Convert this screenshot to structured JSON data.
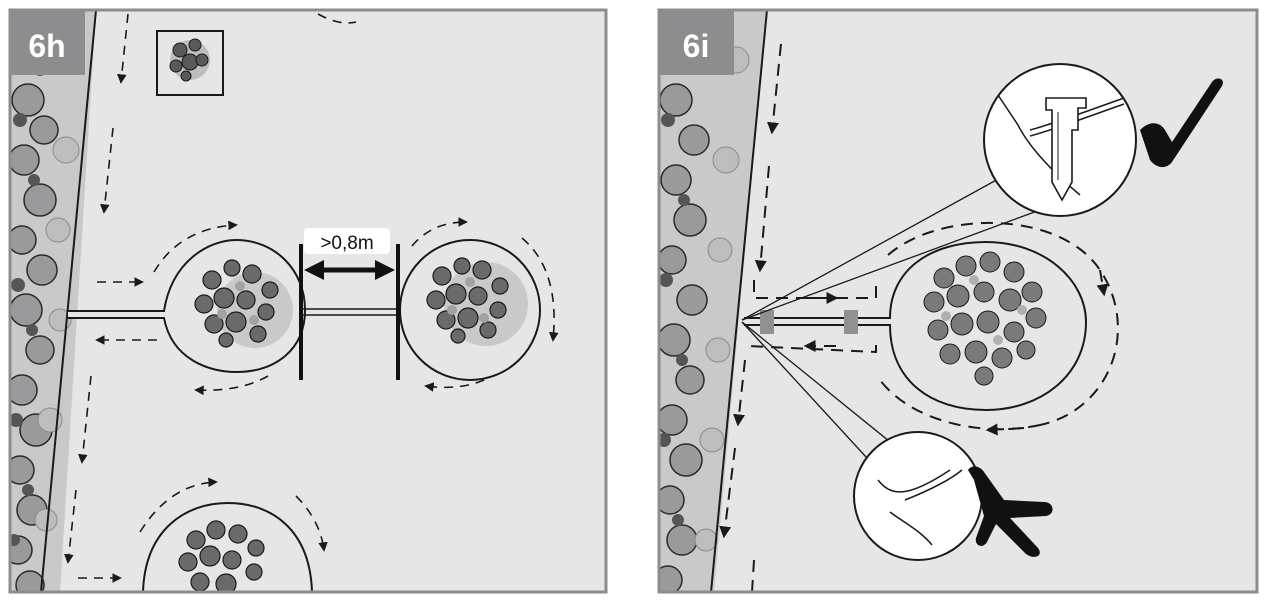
{
  "panel_h": {
    "label": "6h",
    "clearance": ">0,8m"
  },
  "panel_i": {
    "label": "6i"
  },
  "colors": {
    "lawn": "#e6e6e7",
    "frame": "#8d8d8f",
    "line": "#1a1a1a",
    "peg": "#909092"
  },
  "icons": {
    "correct": "checkmark-icon",
    "wrong": "cross-icon"
  }
}
